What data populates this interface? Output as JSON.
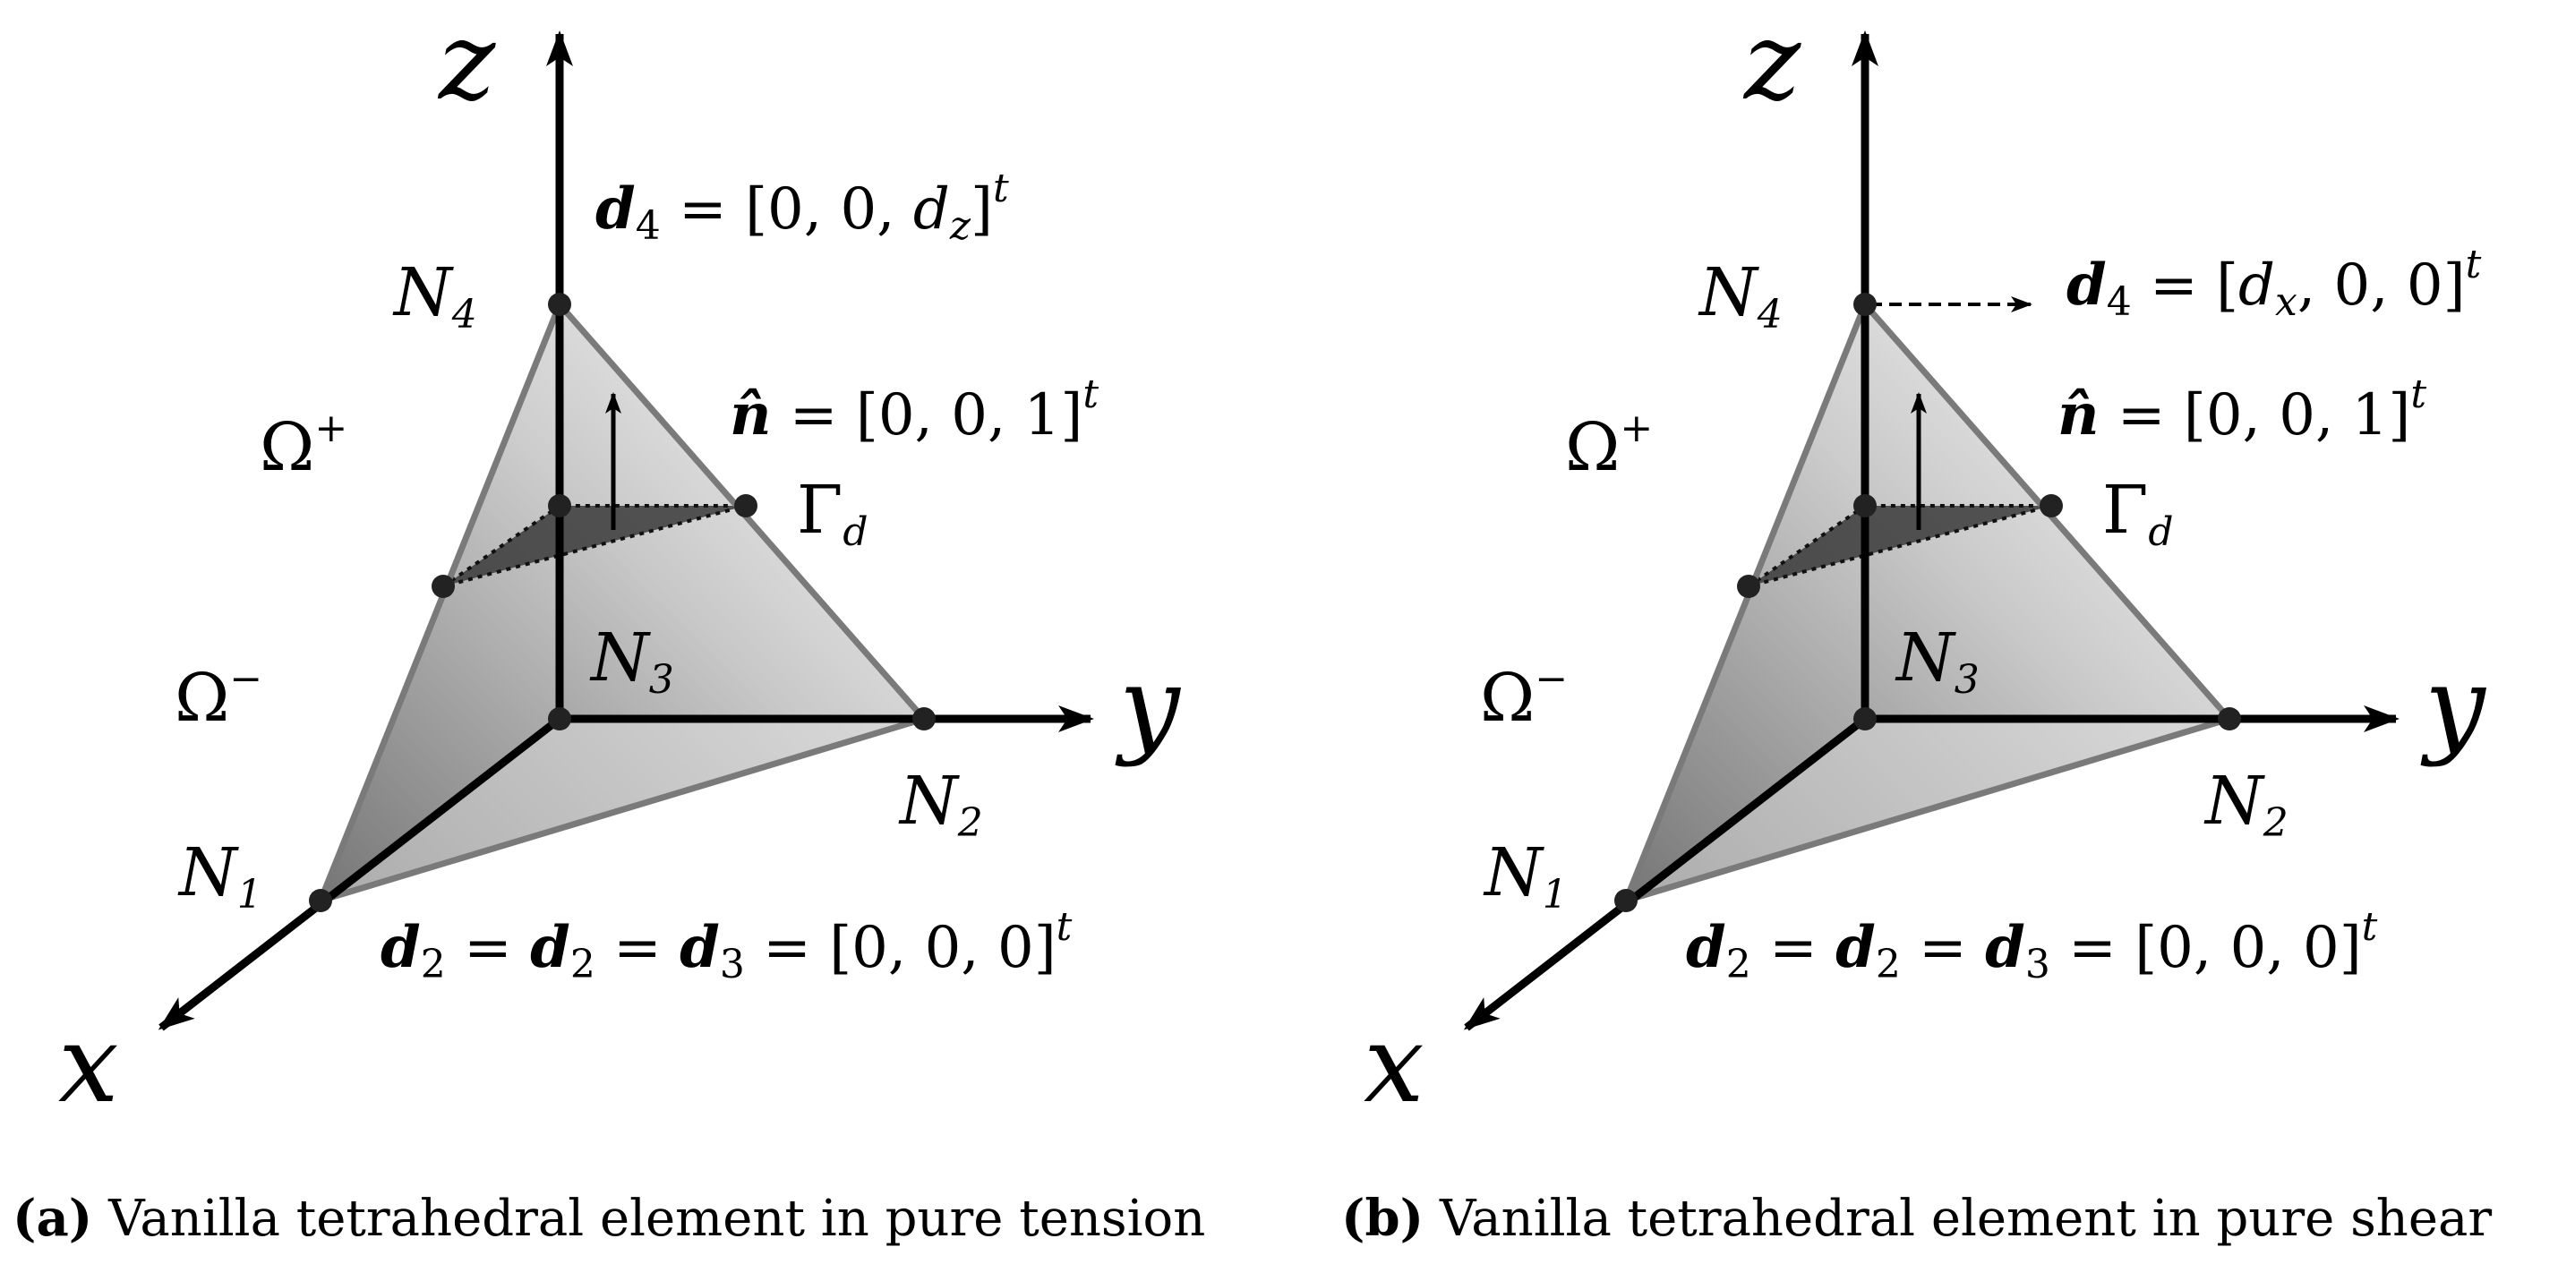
{
  "axes": {
    "x": "x",
    "y": "y",
    "z": "z"
  },
  "nodes": {
    "n1": {
      "base": "N",
      "sub": "1"
    },
    "n2": {
      "base": "N",
      "sub": "2"
    },
    "n3": {
      "base": "N",
      "sub": "3"
    },
    "n4": {
      "base": "N",
      "sub": "4"
    }
  },
  "regions": {
    "omega_plus": {
      "base": "Ω",
      "sup": "+"
    },
    "omega_minus": {
      "base": "Ω",
      "sup": "−"
    },
    "gamma": {
      "base": "Γ",
      "sub": "d"
    }
  },
  "normal": {
    "symbol": "n̂",
    "value": " = [0, 0, 1]",
    "sup": "t"
  },
  "fixed_bc": {
    "d_a": "d",
    "sub_a": "2",
    "eq1": " = ",
    "d_b": "d",
    "sub_b": "2",
    "eq2": " = ",
    "d_c": "d",
    "sub_c": "3",
    "value": " = [0, 0, 0]",
    "sup": "t"
  },
  "panels": [
    {
      "id": "a",
      "d4": {
        "d": "d",
        "sub": "4",
        "eq": " = [0, 0, ",
        "comp": "d",
        "comp_sub": "z",
        "close": "]",
        "sup": "t"
      },
      "caption": {
        "tag": "(a)",
        "text": " Vanilla tetrahedral element in pure tension"
      }
    },
    {
      "id": "b",
      "d4": {
        "d": "d",
        "sub": "4",
        "eq": " = [",
        "comp": "d",
        "comp_sub": "x",
        "close": ", 0, 0]",
        "sup": "t"
      },
      "caption": {
        "tag": "(b)",
        "text": " Vanilla tetrahedral element in pure shear"
      }
    }
  ]
}
